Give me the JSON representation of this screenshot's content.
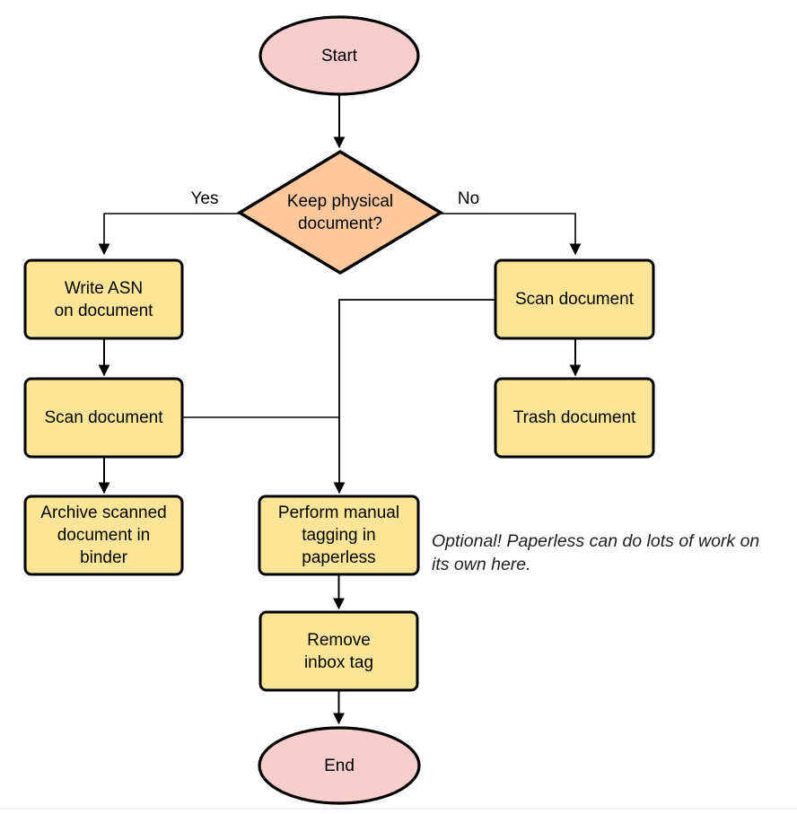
{
  "colors": {
    "background": "#ffffff",
    "terminal_fill": "#f8cecc",
    "decision_fill": "#fec89c",
    "process_fill": "#fde598",
    "stroke": "#000000"
  },
  "nodes": {
    "start": {
      "type": "terminal",
      "label": "Start"
    },
    "decision": {
      "type": "decision",
      "label": "Keep physical\ndocument?"
    },
    "write_asn": {
      "type": "process",
      "label": "Write ASN\non document"
    },
    "scan_left": {
      "type": "process",
      "label": "Scan document"
    },
    "archive": {
      "type": "process",
      "label": "Archive scanned\ndocument in\nbinder"
    },
    "scan_right": {
      "type": "process",
      "label": "Scan document"
    },
    "trash": {
      "type": "process",
      "label": "Trash document"
    },
    "tagging": {
      "type": "process",
      "label": "Perform manual\ntagging in\npaperless"
    },
    "remove_inbox": {
      "type": "process",
      "label": "Remove\ninbox tag"
    },
    "end": {
      "type": "terminal",
      "label": "End"
    }
  },
  "edge_labels": {
    "yes": "Yes",
    "no": "No"
  },
  "annotation": "Optional! Paperless can do lots of work on\nits own here."
}
